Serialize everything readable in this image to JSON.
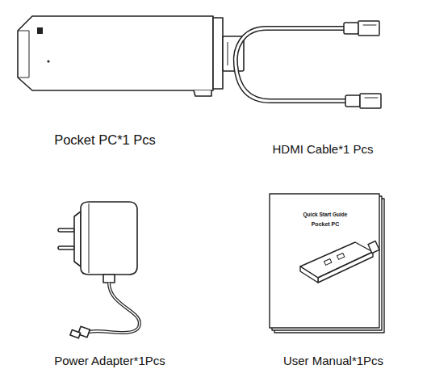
{
  "diagram": {
    "labels": [
      "Pocket PC*1 Pcs",
      "HDMI Cable*1 Pcs",
      "Quick Start Guide",
      "Pocket PC",
      "Power Adapter*1Pcs",
      "User Manual*1Pcs"
    ]
  }
}
